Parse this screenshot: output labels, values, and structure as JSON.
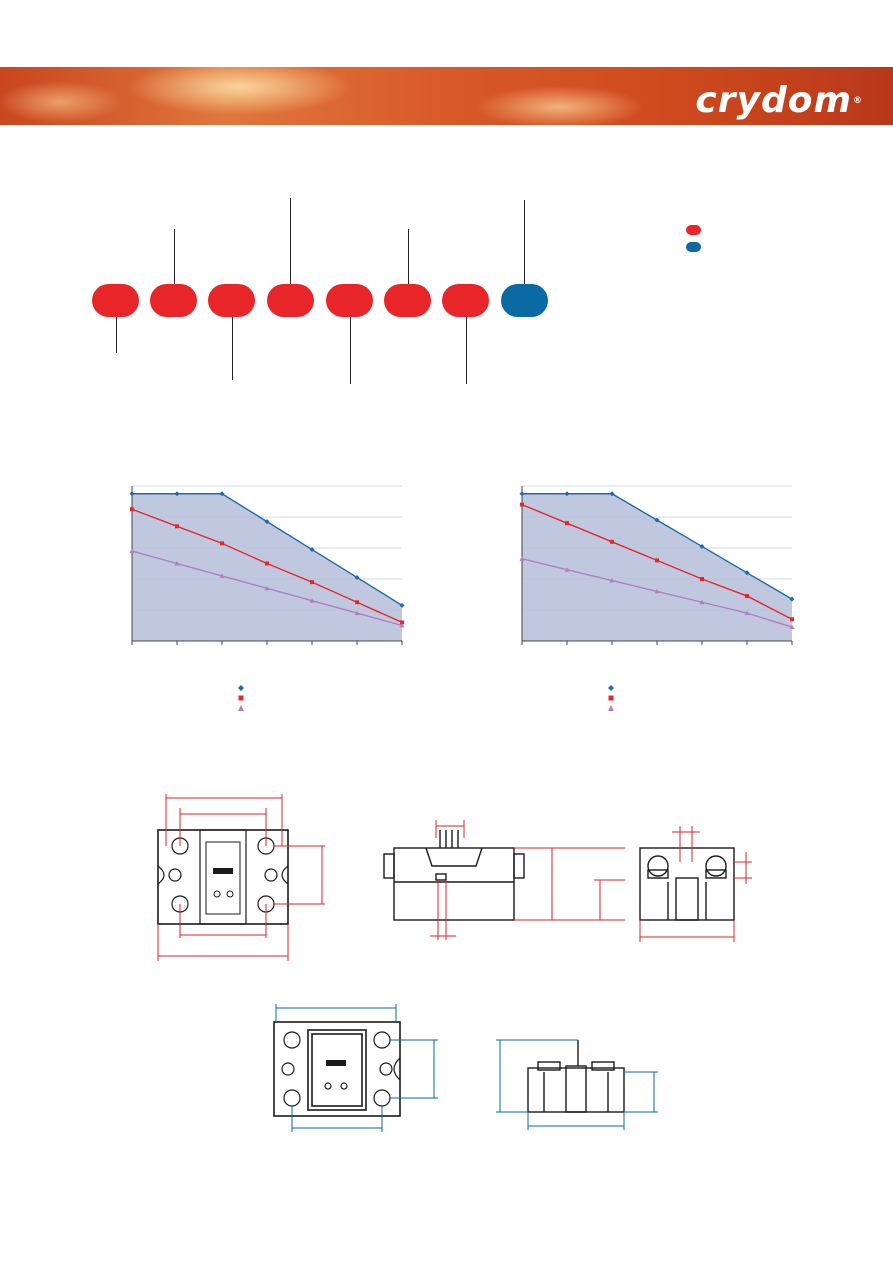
{
  "header": {
    "brand": "crydom",
    "registered_mark": "®",
    "banner_colors": [
      "#c9461f",
      "#e0763d",
      "#b8381a"
    ]
  },
  "part_number_code": {
    "segments": [
      {
        "color": "#e8262a",
        "leader": "below"
      },
      {
        "color": "#e8262a",
        "leader": "above"
      },
      {
        "color": "#e8262a",
        "leader": "below"
      },
      {
        "color": "#e8262a",
        "leader": "above"
      },
      {
        "color": "#e8262a",
        "leader": "below"
      },
      {
        "color": "#e8262a",
        "leader": "above"
      },
      {
        "color": "#e8262a",
        "leader": "below"
      },
      {
        "color": "#0b6aa3",
        "leader": "above"
      }
    ],
    "legend_colors": [
      "#e8262a",
      "#0b6aa3"
    ]
  },
  "chart_data": [
    {
      "type": "area",
      "series": [
        {
          "color": "#1f6aa8",
          "marker": "diamond",
          "values": [
            95,
            95,
            95,
            77,
            59,
            41,
            23
          ]
        },
        {
          "color": "#e8262a",
          "marker": "square",
          "values": [
            85,
            74,
            63,
            50,
            38,
            25,
            12
          ]
        },
        {
          "color": "#b07fc4",
          "marker": "triangle",
          "values": [
            58,
            50,
            42,
            34,
            26,
            18,
            10
          ]
        }
      ],
      "ylim": [
        0,
        100
      ],
      "grid": true
    },
    {
      "type": "area",
      "series": [
        {
          "color": "#1f6aa8",
          "marker": "diamond",
          "values": [
            95,
            95,
            95,
            78,
            61,
            44,
            27
          ]
        },
        {
          "color": "#e8262a",
          "marker": "square",
          "values": [
            88,
            76,
            64,
            52,
            40,
            29,
            14
          ]
        },
        {
          "color": "#b07fc4",
          "marker": "triangle",
          "values": [
            53,
            46,
            39,
            32,
            25,
            18,
            9
          ]
        }
      ],
      "ylim": [
        0,
        100
      ],
      "grid": true
    }
  ],
  "drawings": {
    "dimension_color": "#d9242a",
    "outline_color": "#1a1a1a"
  }
}
